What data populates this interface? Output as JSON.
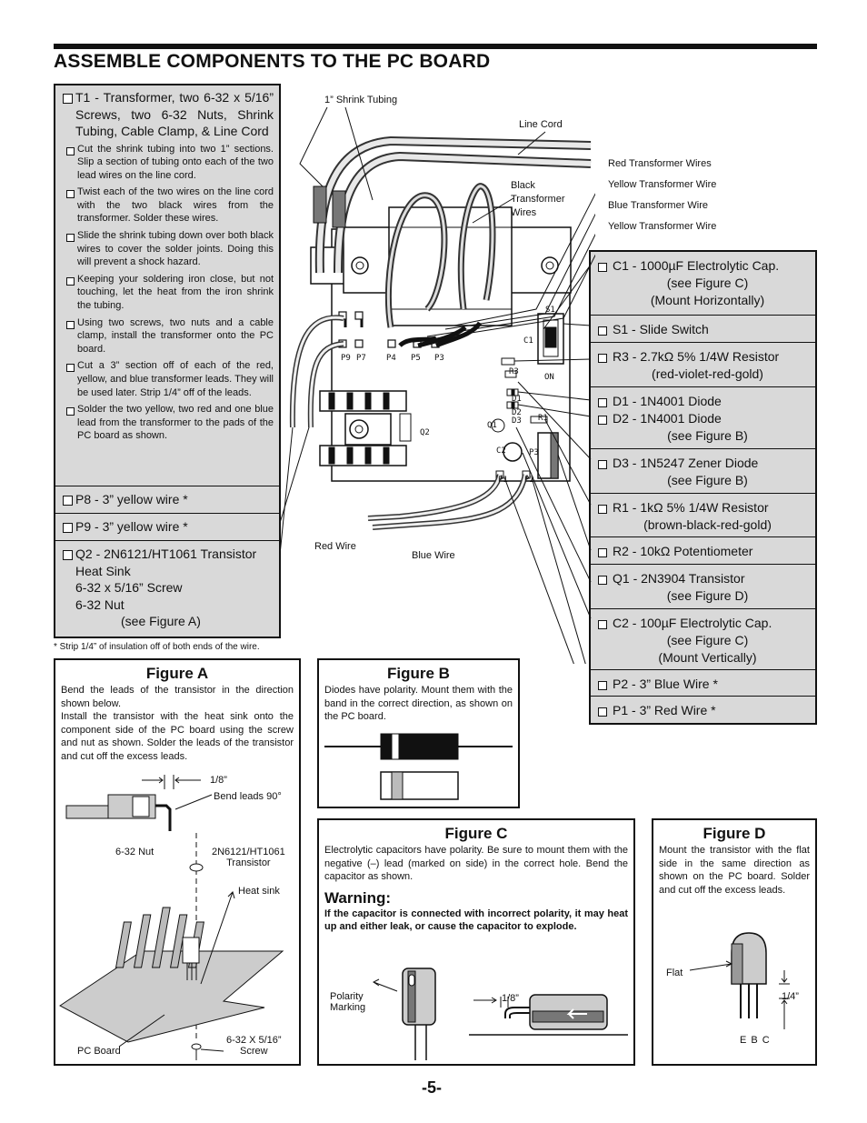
{
  "title": "ASSEMBLE COMPONENTS TO THE PC BOARD",
  "page_number": "-5-",
  "left_list": {
    "t1_main": "T1 - Transformer, two 6-32 x 5/16” Screws, two 6-32 Nuts, Shrink Tubing, Cable Clamp, & Line Cord",
    "steps": [
      "Cut the shrink tubing into two 1” sections. Slip a section of tubing onto each of the two lead wires on the line cord.",
      "Twist each of the two wires on the line cord with the two black wires from the transformer. Solder these wires.",
      "Slide the shrink tubing down over both black wires to cover the solder joints. Doing this will prevent a shock hazard.",
      "Keeping your soldering iron close, but not touching, let the heat from the iron shrink the tubing.",
      "Using two screws, two nuts and a cable clamp, install the transformer onto the PC board.",
      "Cut a 3” section off of each of the red, yellow, and blue transformer leads. They will be used later. Strip 1/4” off of the leads.",
      "Solder the two yellow, two red and one blue lead from the transformer to the pads of the PC board as shown."
    ],
    "p8": "P8 - 3” yellow wire *",
    "p9": "P9 - 3” yellow wire *",
    "q2_lines": [
      "Q2 - 2N6121/HT1061 Transistor",
      "Heat Sink",
      "6-32 x 5/16” Screw",
      "6-32 Nut",
      "(see Figure A)"
    ]
  },
  "footnote": "* Strip 1/4” of insulation off of both ends of the wire.",
  "right_list": {
    "c1": [
      "C1 - 1000µF Electrolytic Cap.",
      "(see Figure C)",
      "(Mount Horizontally)"
    ],
    "s1": "S1 - Slide Switch",
    "r3": [
      "R3 - 2.7kΩ 5% 1/4W Resistor",
      "(red-violet-red-gold)"
    ],
    "d1": "D1 - 1N4001 Diode",
    "d2": "D2 - 1N4001 Diode",
    "d12_note": "(see Figure B)",
    "d3": [
      "D3 - 1N5247 Zener Diode",
      "(see Figure B)"
    ],
    "r1": [
      "R1 - 1kΩ 5% 1/4W Resistor",
      "(brown-black-red-gold)"
    ],
    "r2": "R2 - 10kΩ Potentiometer",
    "q1": [
      "Q1 - 2N3904 Transistor",
      "(see Figure D)"
    ],
    "c2": [
      "C2 - 100µF Electrolytic Cap.",
      "(see Figure C)",
      "(Mount Vertically)"
    ],
    "p2": "P2 - 3” Blue Wire *",
    "p1": "P1 - 3” Red Wire *"
  },
  "diagram_labels": {
    "shrink": "1” Shrink Tubing",
    "line_cord": "Line Cord",
    "black_tx": [
      "Black",
      "Transformer",
      "Wires"
    ],
    "red_tx": "Red Transformer Wires",
    "yellow_tx1": "Yellow Transformer Wire",
    "blue_tx": "Blue Transformer Wire",
    "yellow_tx2": "Yellow Transformer Wire",
    "red_wire": "Red Wire",
    "blue_wire": "Blue Wire",
    "board_marks": [
      "P9",
      "P7",
      "P4",
      "P5",
      "P3",
      "P1",
      "P2",
      "C1",
      "C2",
      "S1",
      "ON",
      "R3",
      "D1",
      "D2",
      "D3",
      "R1",
      "Q1",
      "Q2",
      "P3"
    ]
  },
  "figure_a": {
    "title": "Figure A",
    "text1": "Bend the leads of the transistor in the direction shown below.",
    "text2": "Install the transistor with the heat sink onto the component side of the PC board using the screw and nut as shown. Solder the leads of the transistor and cut off the excess leads.",
    "eighth": "1/8”",
    "bend": "Bend leads 90°",
    "nut": "6-32 Nut",
    "part": [
      "2N6121/HT1061",
      "Transistor"
    ],
    "heatsink": "Heat sink",
    "board": "PC Board",
    "screw": [
      "6-32 X 5/16”",
      "Screw"
    ]
  },
  "figure_b": {
    "title": "Figure B",
    "text": "Diodes have polarity. Mount them with the band in the correct direction, as shown on the PC board."
  },
  "figure_c": {
    "title": "Figure C",
    "text": "Electrolytic capacitors have polarity. Be sure to mount them with the negative (–) lead (marked on side) in the correct hole. Bend the capacitor as shown.",
    "warning_title": "Warning:",
    "warning": "If the capacitor is connected with incorrect polarity, it may heat up and either leak, or cause the capacitor to explode.",
    "polarity": [
      "Polarity",
      "Marking"
    ],
    "eighth": "1/8”"
  },
  "figure_d": {
    "title": "Figure D",
    "text": "Mount the transistor with the flat side in the same direction as shown on the PC board. Solder and cut off the excess leads.",
    "flat": "Flat",
    "quarter": "1/4”",
    "ebc": "E B C"
  }
}
